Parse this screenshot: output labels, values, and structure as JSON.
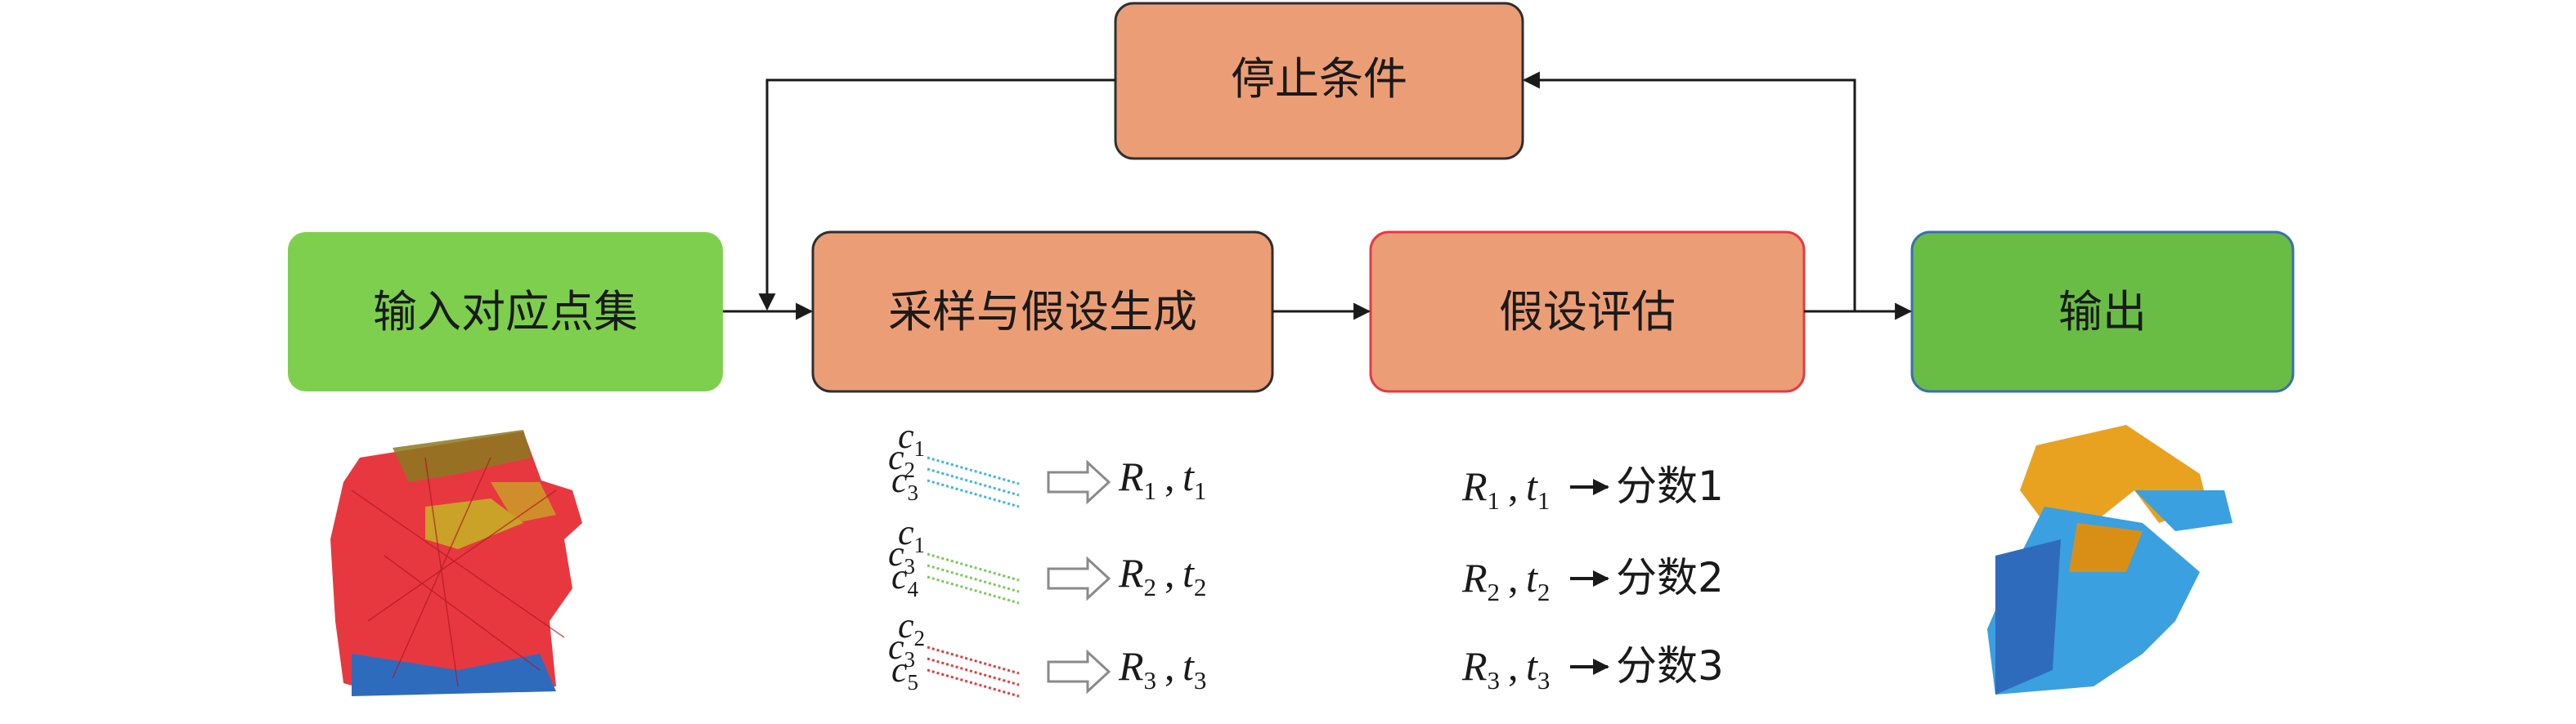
{
  "colors": {
    "green_light": "#7ecf4e",
    "green_dark": "#69bd45",
    "orange": "#eb9e76",
    "border_dark": "#2f2f2f",
    "border_red": "#e8383f",
    "border_blue": "#3b6db3",
    "line_cyan": "#39b8e0",
    "line_green": "#7cc95a",
    "line_red": "#e8383f",
    "arrow": "#1a1a1a"
  },
  "nodes": {
    "input": "输入对应点集",
    "sampling": "采样与假设生成",
    "evaluation": "假设评估",
    "output": "输出",
    "stop": "停止条件"
  },
  "hypotheses": [
    {
      "samples": [
        {
          "c": "c",
          "i": "1"
        },
        {
          "c": "c",
          "i": "2"
        },
        {
          "c": "c",
          "i": "3"
        }
      ],
      "R": "R",
      "R_sub": "1",
      "t": "t",
      "t_sub": "1",
      "line_color": "line_cyan"
    },
    {
      "samples": [
        {
          "c": "c",
          "i": "1"
        },
        {
          "c": "c",
          "i": "3"
        },
        {
          "c": "c",
          "i": "4"
        }
      ],
      "R": "R",
      "R_sub": "2",
      "t": "t",
      "t_sub": "2",
      "line_color": "line_green"
    },
    {
      "samples": [
        {
          "c": "c",
          "i": "2"
        },
        {
          "c": "c",
          "i": "3"
        },
        {
          "c": "c",
          "i": "5"
        }
      ],
      "R": "R",
      "R_sub": "3",
      "t": "t",
      "t_sub": "3",
      "line_color": "line_red"
    }
  ],
  "scores": [
    {
      "R": "R",
      "R_sub": "1",
      "t": "t",
      "t_sub": "1",
      "score": "分数1"
    },
    {
      "R": "R",
      "R_sub": "2",
      "t": "t",
      "t_sub": "2",
      "score": "分数2"
    },
    {
      "R": "R",
      "R_sub": "3",
      "t": "t",
      "t_sub": "3",
      "score": "分数3"
    }
  ],
  "comma": ","
}
